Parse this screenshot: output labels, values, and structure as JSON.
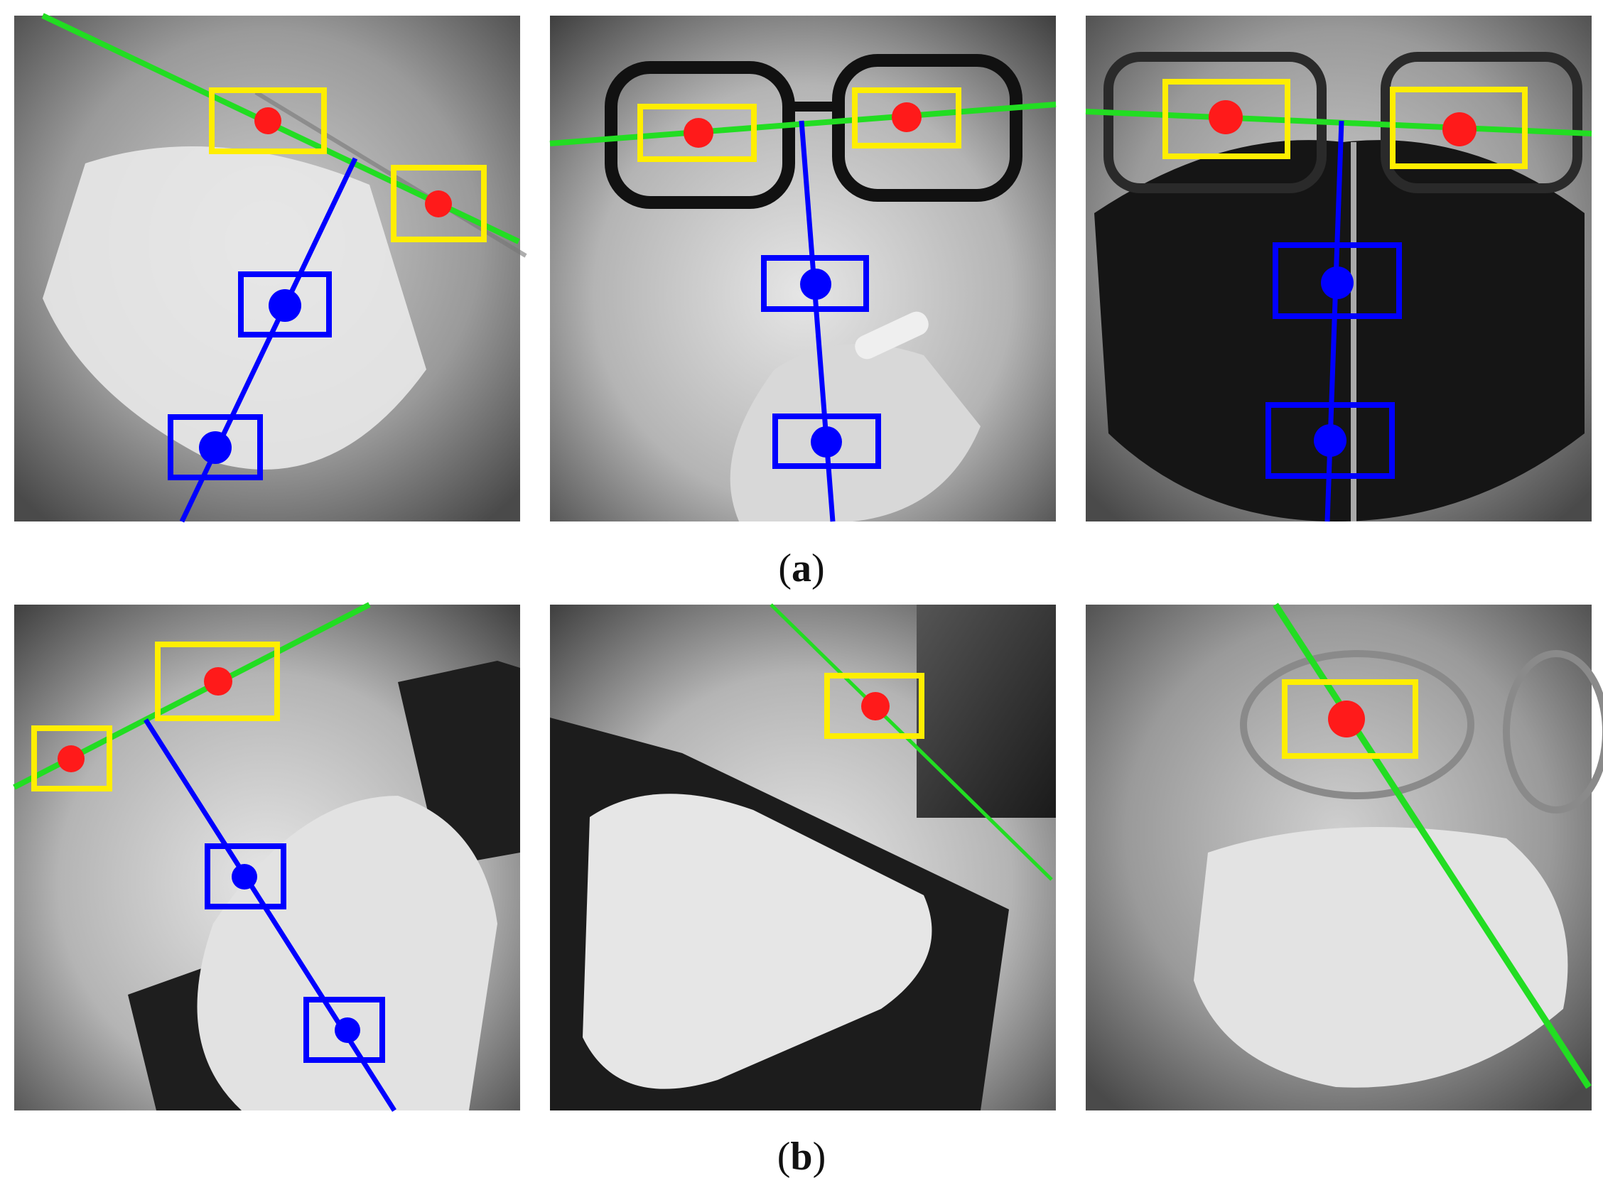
{
  "figure": {
    "row_a_label": "a",
    "row_b_label": "b",
    "colors": {
      "eye_box": "#ffee00",
      "eye_point": "#ff1a1a",
      "lower_box": "#0000ff",
      "lower_point": "#0000ff",
      "eye_line": "#22dd22",
      "face_line": "#0000ff"
    },
    "panels": [
      {
        "id": "a1",
        "description_icon": "masked-face-tilted-icon"
      },
      {
        "id": "a2",
        "description_icon": "glasses-face-smoking-icon"
      },
      {
        "id": "a3",
        "description_icon": "glasses-black-mask-face-icon"
      },
      {
        "id": "b1",
        "description_icon": "face-phone-call-icon"
      },
      {
        "id": "b2",
        "description_icon": "profile-face-phone-icon"
      },
      {
        "id": "b3",
        "description_icon": "glasses-mask-face-profile-icon"
      }
    ]
  }
}
